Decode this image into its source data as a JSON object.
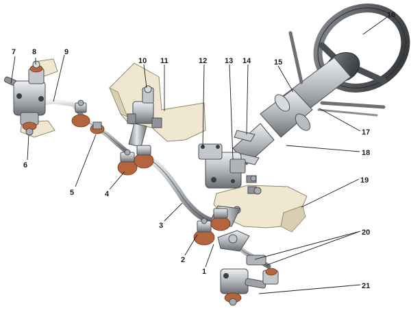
{
  "colors": {
    "steel_light": "#d9dcdf",
    "steel_mid": "#a9adb1",
    "steel_dark": "#5b5f63",
    "bracket_fill": "#efe7cf",
    "rubber_boot": "#b5653e",
    "label": "#1a1a1a"
  },
  "callouts": [
    {
      "id": "1",
      "text": "1"
    },
    {
      "id": "2",
      "text": "2"
    },
    {
      "id": "3",
      "text": "3"
    },
    {
      "id": "4",
      "text": "4"
    },
    {
      "id": "5",
      "text": "5"
    },
    {
      "id": "6",
      "text": "6"
    },
    {
      "id": "7",
      "text": "7"
    },
    {
      "id": "8",
      "text": "8"
    },
    {
      "id": "9",
      "text": "9"
    },
    {
      "id": "10",
      "text": "10"
    },
    {
      "id": "11",
      "text": "11"
    },
    {
      "id": "12",
      "text": "12"
    },
    {
      "id": "13",
      "text": "13"
    },
    {
      "id": "14",
      "text": "14"
    },
    {
      "id": "15",
      "text": "15"
    },
    {
      "id": "16",
      "text": "16"
    },
    {
      "id": "17",
      "text": "17"
    },
    {
      "id": "18",
      "text": "18"
    },
    {
      "id": "19",
      "text": "19"
    },
    {
      "id": "20",
      "text": "20"
    },
    {
      "id": "21",
      "text": "21"
    }
  ]
}
